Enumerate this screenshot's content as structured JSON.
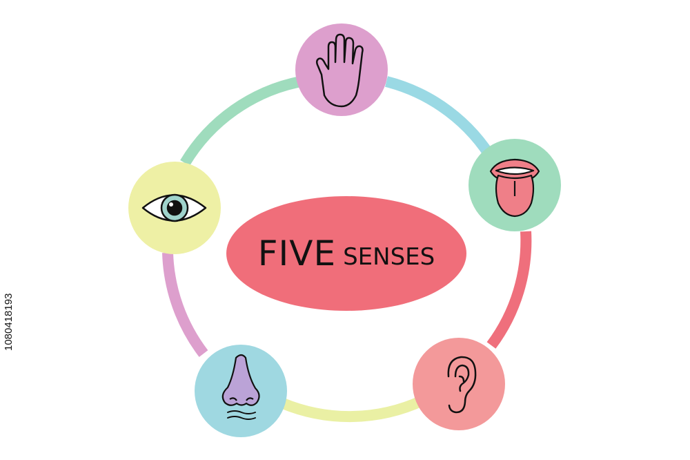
{
  "title_main": "FIVE",
  "title_sub": "SENSES",
  "side_code": "1080418193",
  "colors": {
    "center_ellipse": "#f06e7a",
    "touch": "#dd9fcd",
    "taste": "#9fdcbd",
    "hearing": "#f3999a",
    "smell": "#9fd8e1",
    "sight": "#eef0a5",
    "arc_touch_taste": "#9ad9e4",
    "arc_taste_hearing": "#ef6f7c",
    "arc_hearing_smell": "#eaf0a4",
    "arc_smell_sight": "#dd9fcd",
    "arc_sight_touch": "#9fdcbd"
  },
  "senses": [
    {
      "name": "touch",
      "icon": "hand-icon"
    },
    {
      "name": "taste",
      "icon": "tongue-icon"
    },
    {
      "name": "hearing",
      "icon": "ear-icon"
    },
    {
      "name": "smell",
      "icon": "nose-icon"
    },
    {
      "name": "sight",
      "icon": "eye-icon"
    }
  ]
}
